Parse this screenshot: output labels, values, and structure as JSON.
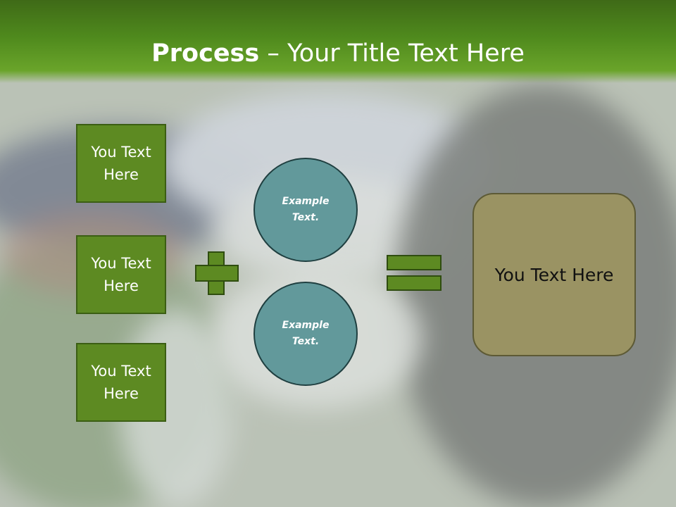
{
  "slide": {
    "title_bold": "Process",
    "title_rest": " – Your Title Text Here",
    "left_boxes": [
      "You Text Here",
      "You Text Here",
      "You Text Here"
    ],
    "circles": [
      "Example Text.",
      "Example Text."
    ],
    "result_text": "You Text Here"
  },
  "colors": {
    "header_green": "#4f8a1d",
    "box_green": "#5d8a22",
    "circle_teal": "#62999b",
    "result_olive": "#9a9363"
  },
  "icons": [
    "plus-icon",
    "equals-icon"
  ]
}
